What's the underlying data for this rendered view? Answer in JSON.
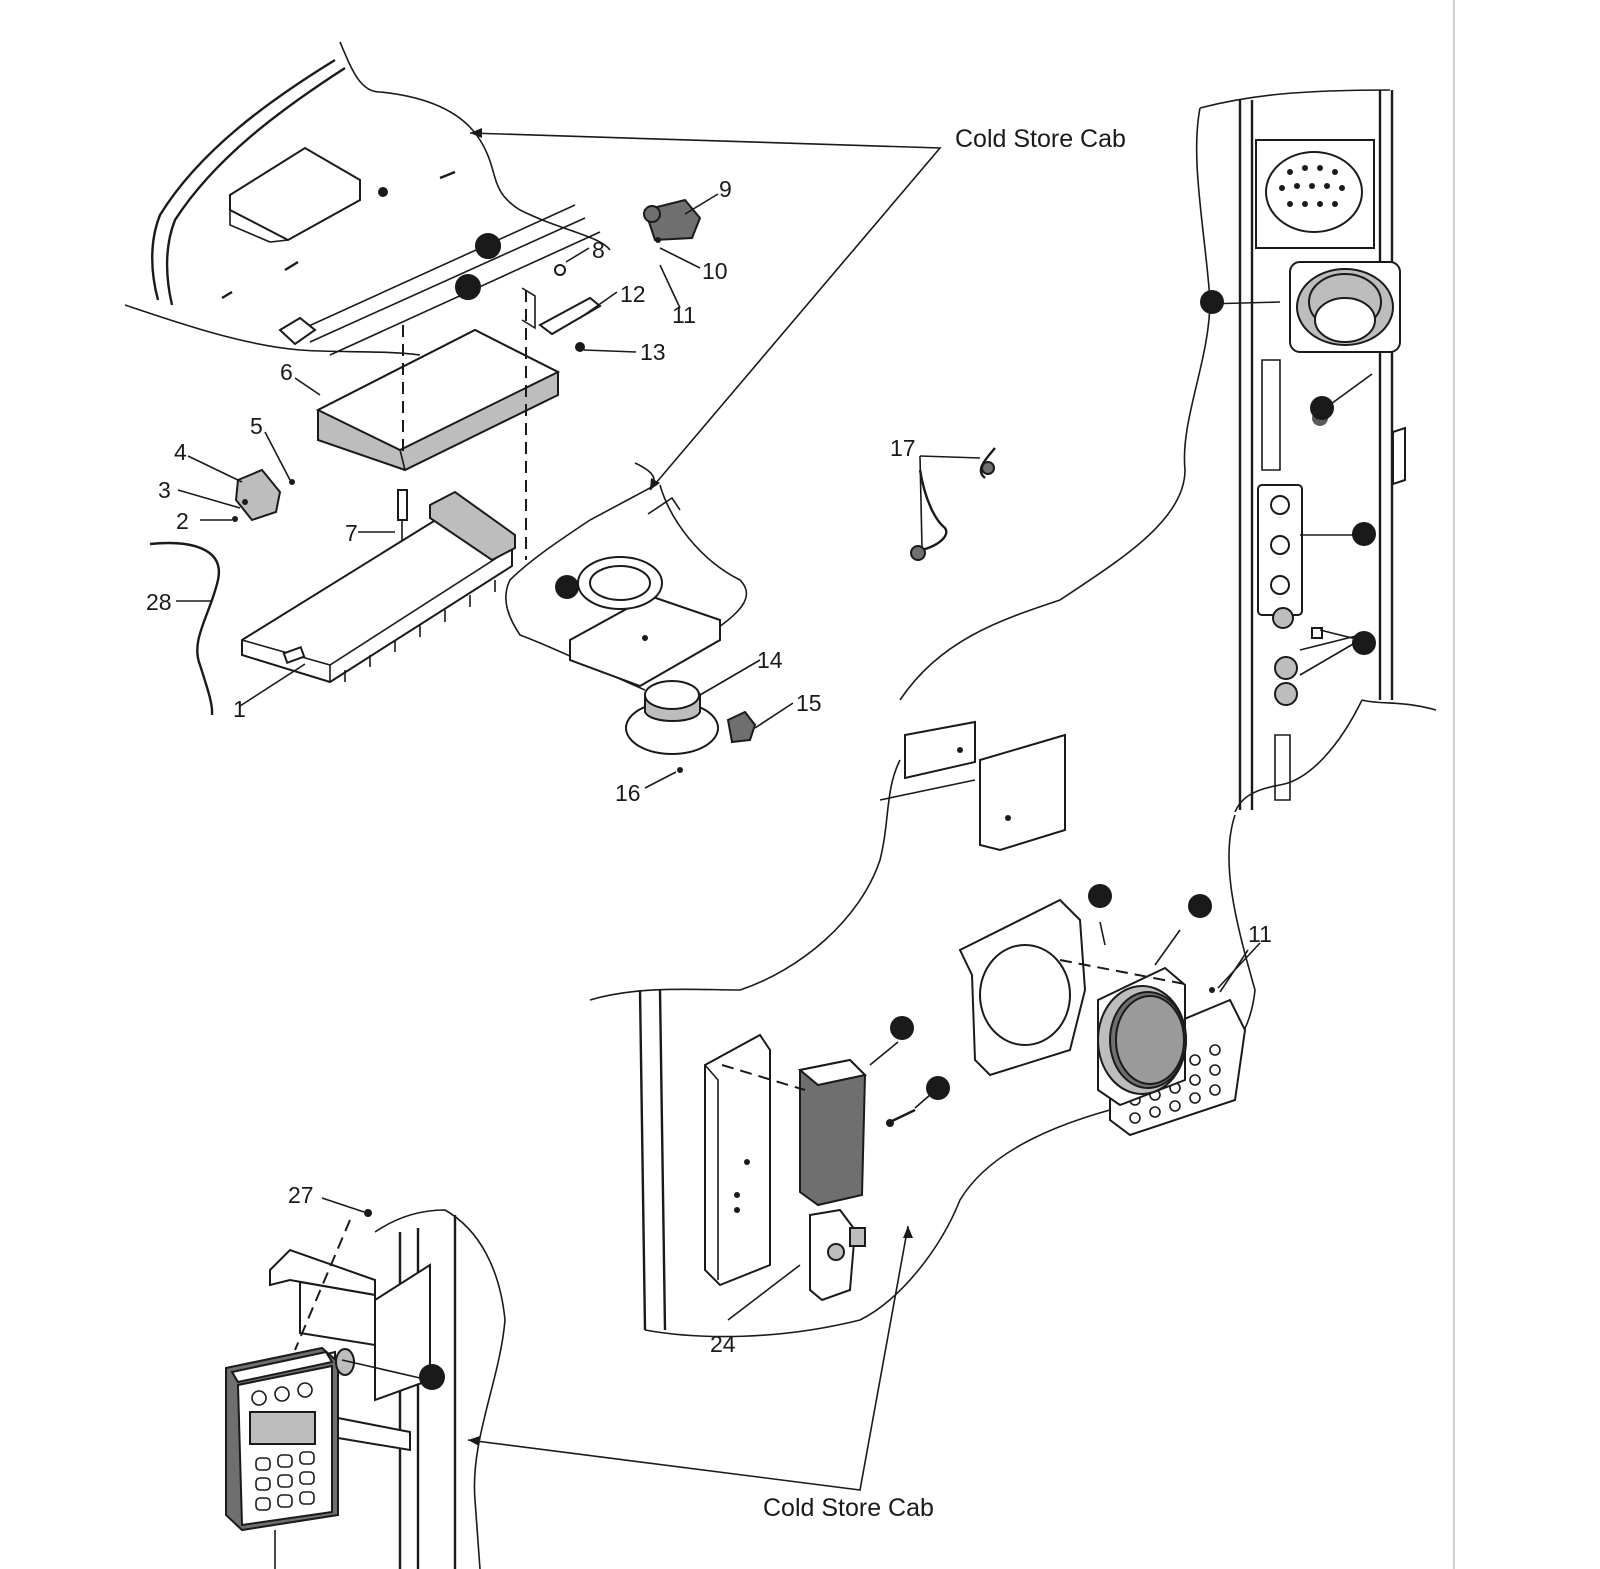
{
  "captions": {
    "top": "Cold Store Cab",
    "bottom": "Cold Store Cab"
  },
  "labels": {
    "n1": "1",
    "n2": "2",
    "n3": "3",
    "n4": "4",
    "n5": "5",
    "n6": "6",
    "n7": "7",
    "n8": "8",
    "n9": "9",
    "n10": "10",
    "n11a": "11",
    "n11b": "11",
    "n12": "12",
    "n13": "13",
    "n14": "14",
    "n15": "15",
    "n16": "16",
    "n17": "17",
    "n24": "24",
    "n27": "27",
    "n28": "28"
  }
}
